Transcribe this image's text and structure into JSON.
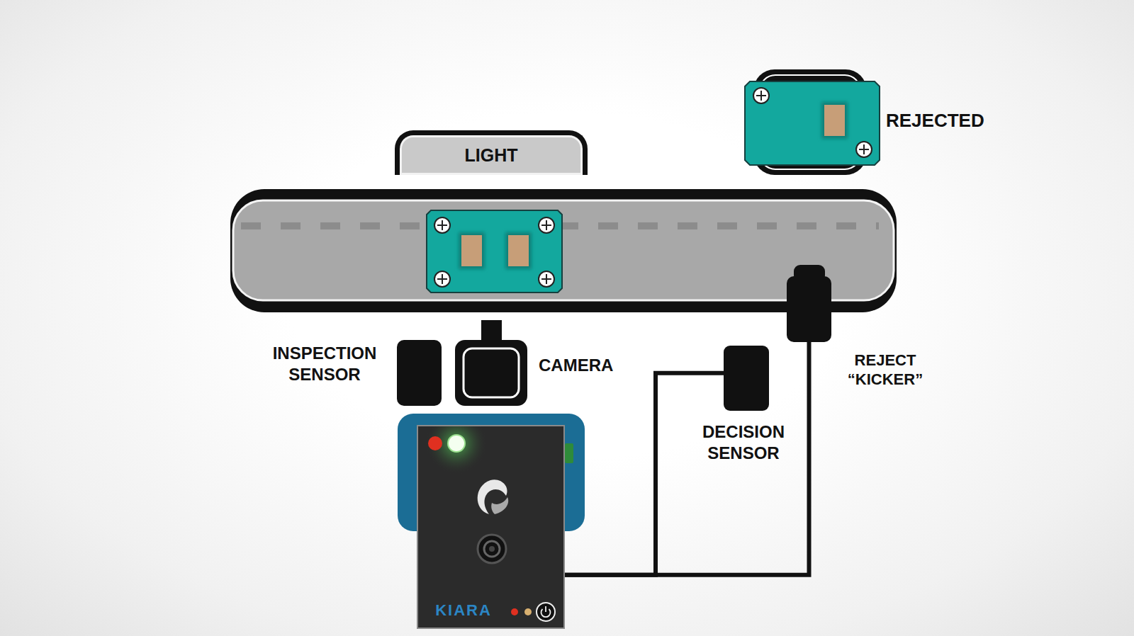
{
  "diagram": {
    "nodes": [
      {
        "text": [
          "LIGHT"
        ]
      },
      {
        "text": [
          "INSPECTION SENSOR"
        ]
      },
      {
        "text": [
          "CAMERA"
        ]
      },
      {
        "text": [
          "KIARA"
        ]
      },
      {
        "text": [
          "DECISION SENSOR"
        ]
      },
      {
        "text": [
          "REJECT “KICKER”"
        ]
      }
    ],
    "edges": [
      {
        "from": 3,
        "to": 4,
        "arrow": "none"
      },
      {
        "from": 3,
        "to": 5,
        "arrow": "none"
      }
    ],
    "labels": [
      "REJECTED"
    ]
  }
}
